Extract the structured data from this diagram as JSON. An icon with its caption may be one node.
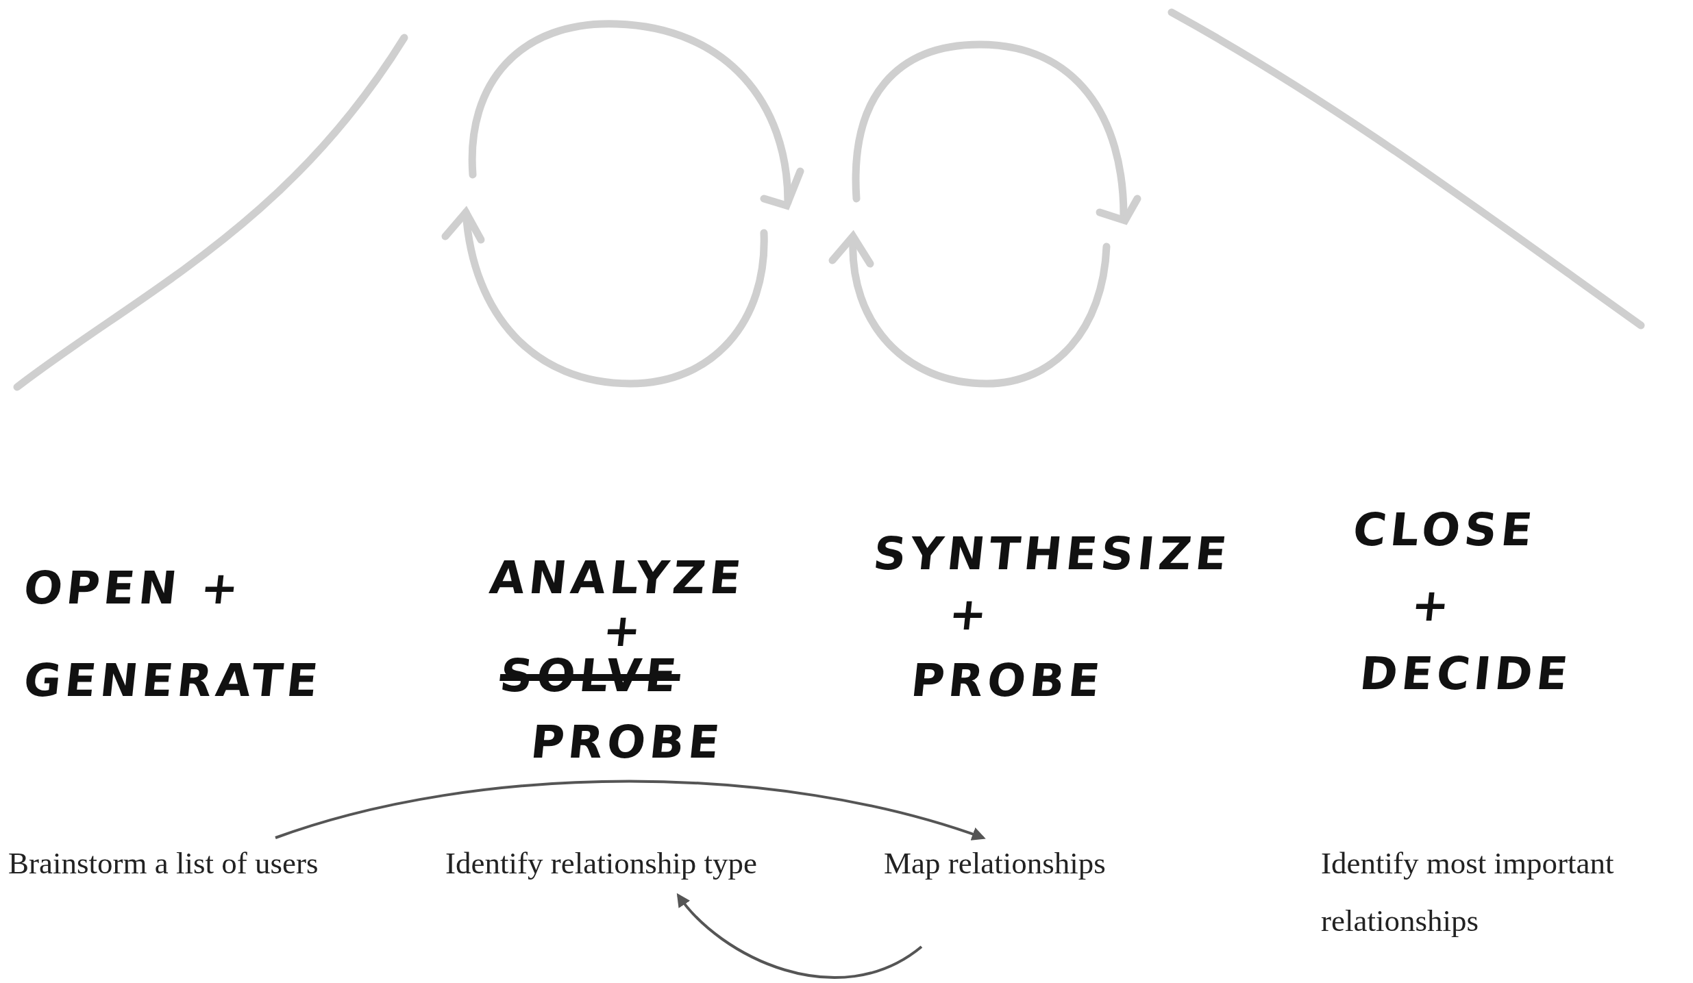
{
  "diagram": {
    "nodes": [
      {
        "text": [
          "Brainstorm a list of users"
        ]
      },
      {
        "text": [
          "Identify relationship type"
        ]
      },
      {
        "text": [
          "Map relationships"
        ]
      },
      {
        "text": [
          "Identify most important relationships"
        ]
      }
    ],
    "edges": [
      {
        "from": 0,
        "to": 2,
        "arrow": "to"
      },
      {
        "from": 2,
        "to": 1,
        "arrow": "to"
      }
    ],
    "labels": [
      "OPEN +",
      "GENERATE",
      "ANALYZE",
      "+",
      "SOLVE",
      "PROBE",
      "SYNTHESIZE",
      "+",
      "PROBE",
      "CLOSE",
      "+",
      "DECIDE"
    ]
  }
}
